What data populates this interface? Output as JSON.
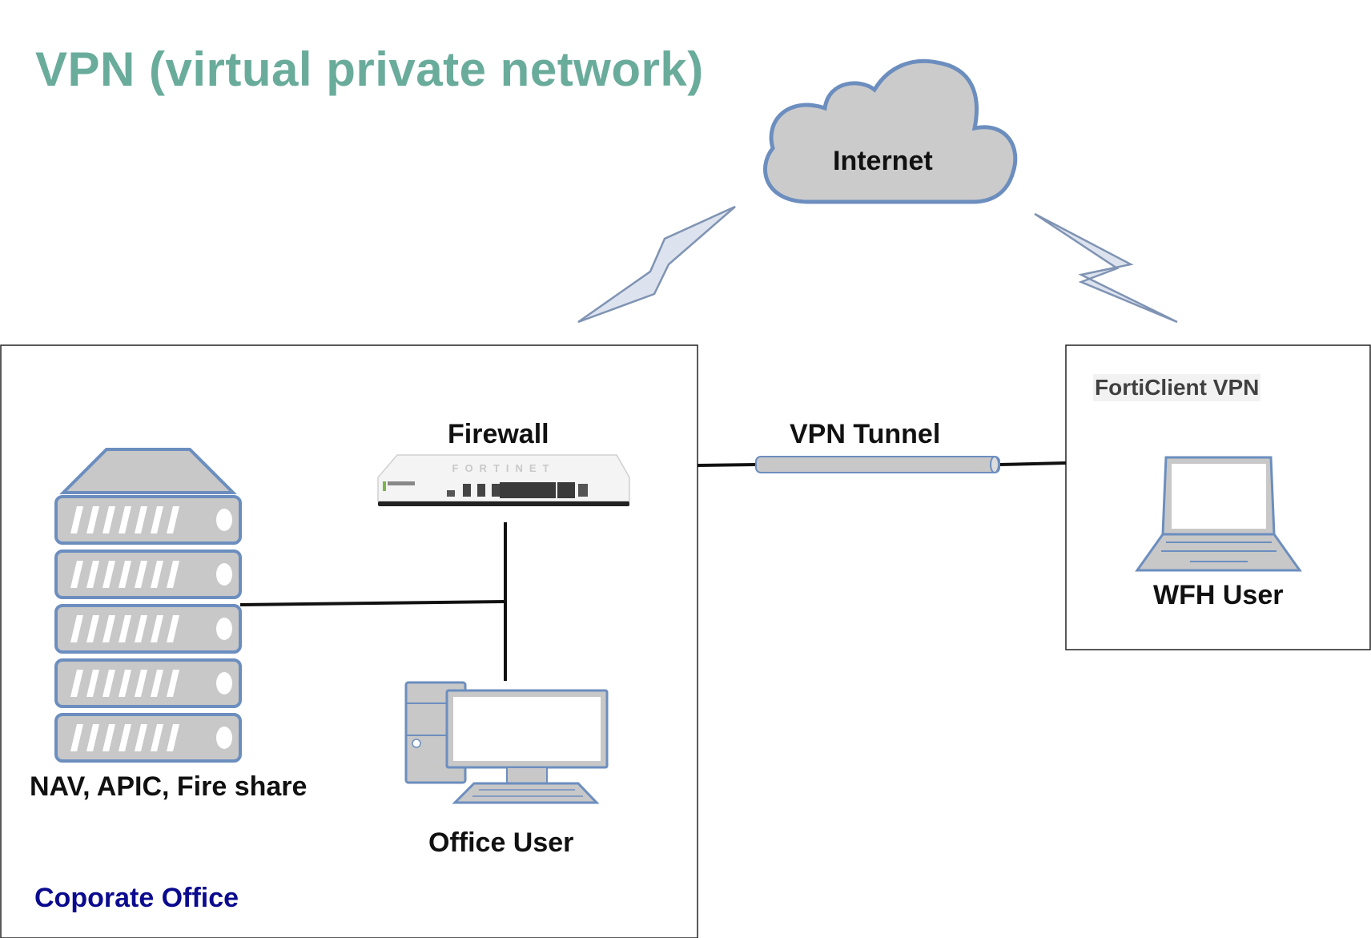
{
  "title": "VPN (virtual private network)",
  "nodes": {
    "internet": "Internet",
    "firewall": "Firewall",
    "firewall_brand": "FORTINET",
    "vpn_tunnel": "VPN Tunnel",
    "forticlient": "FortiClient VPN",
    "wfh_user": "WFH User",
    "servers": "NAV, APIC, Fire share",
    "office_user": "Office User",
    "corporate_office": "Coporate Office"
  },
  "colors": {
    "title": "#6aac9b",
    "device_fill": "#c8c8c8",
    "device_stroke": "#6c8ebf",
    "corporate_label": "#0b0b8f"
  }
}
